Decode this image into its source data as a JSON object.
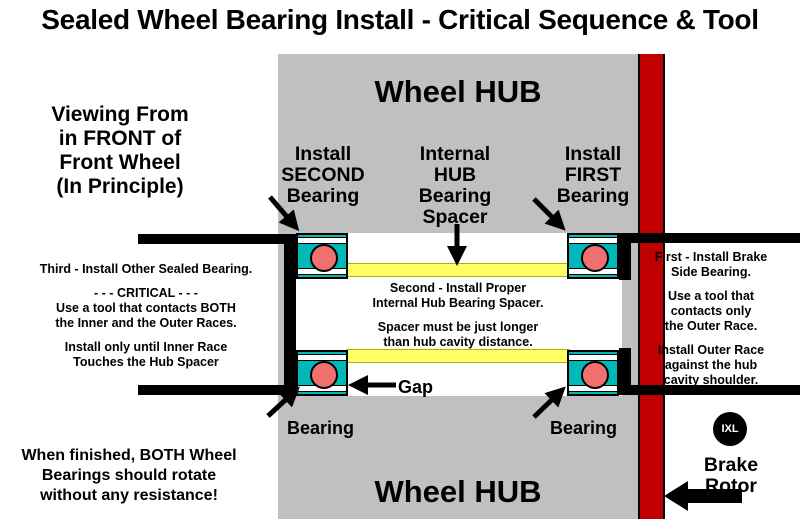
{
  "title": "Sealed Wheel Bearing Install - Critical Sequence & Tool",
  "hub": {
    "top_label": "Wheel HUB",
    "bottom_label": "Wheel HUB"
  },
  "labels": {
    "install_second": "Install\nSECOND\nBearing",
    "internal_spacer": "Internal\nHUB\nBearing\nSpacer",
    "install_first": "Install\nFIRST\nBearing",
    "viewing": "Viewing From\nin FRONT of\nFront Wheel\n(In Principle)",
    "bearing_left": "Bearing",
    "bearing_right": "Bearing",
    "gap": "Gap",
    "brake_rotor": "Brake\nRotor",
    "logo": "IXL"
  },
  "notes": {
    "left": [
      "Third - Install Other Sealed Bearing.",
      "- - - CRITICAL - - -\nUse a tool that contacts BOTH\nthe Inner and the Outer Races.",
      "Install only until Inner Race\nTouches the Hub Spacer"
    ],
    "center": [
      "Second - Install Proper\nInternal Hub Bearing Spacer.",
      "Spacer must be just longer\nthan hub cavity distance."
    ],
    "right": [
      "First - Install Brake\nSide Bearing.",
      "Use a tool that\ncontacts only\nthe Outer Race.",
      "Install Outer Race\nagainst the hub\ncavity shoulder."
    ],
    "finish": "When finished, BOTH Wheel\nBearings should rotate\nwithout any resistance!"
  },
  "colors": {
    "hub": "#c0c0c0",
    "rotor": "#c00000",
    "bearing": "#00b8b8",
    "ball": "#f07070",
    "spacer": "#ffff66"
  }
}
